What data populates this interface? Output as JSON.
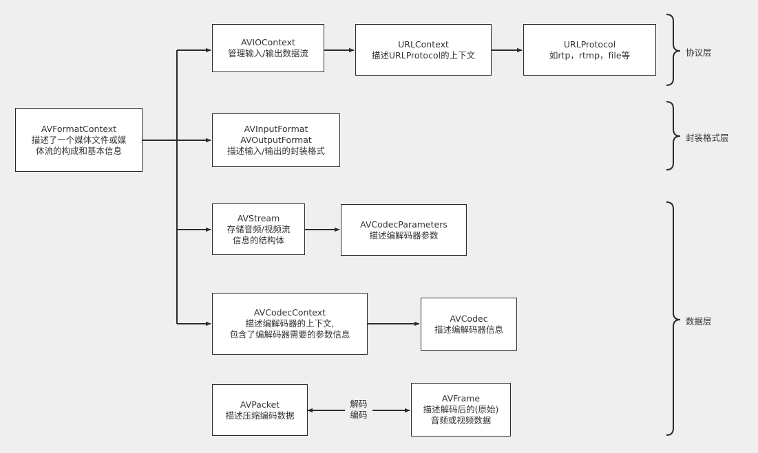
{
  "nodes": {
    "avformatcontext": {
      "title": "AVFormatContext",
      "lines": [
        "描述了一个媒体文件或媒",
        "体流的构成和基本信息"
      ]
    },
    "aviocontext": {
      "title": "AVIOContext",
      "lines": [
        "管理输入/输出数据流"
      ]
    },
    "urlcontext": {
      "title": "URLContext",
      "lines": [
        "描述URLProtocol的上下文"
      ]
    },
    "urlprotocol": {
      "title": "URLProtocol",
      "lines": [
        "如rtp，rtmp，file等"
      ]
    },
    "avinputformat": {
      "title": "AVInputFormat",
      "lines": [
        "AVOutputFormat",
        "描述输入/输出的封装格式"
      ]
    },
    "avstream": {
      "title": "AVStream",
      "lines": [
        "存储音频/视频流",
        "信息的结构体"
      ]
    },
    "avcodecparameters": {
      "title": "AVCodecParameters",
      "lines": [
        "描述编解码器参数"
      ]
    },
    "avcodeccontext": {
      "title": "AVCodecContext",
      "lines": [
        "描述编解码器的上下文,",
        "包含了编解码器需要的参数信息"
      ]
    },
    "avcodec": {
      "title": "AVCodec",
      "lines": [
        "描述编解码器信息"
      ]
    },
    "avpacket": {
      "title": "AVPacket",
      "lines": [
        "描述压缩编码数据"
      ]
    },
    "avframe": {
      "title": "AVFrame",
      "lines": [
        "描述解码后的(原始)",
        "音频或视频数据"
      ]
    }
  },
  "edge_labels": {
    "decode": "解码",
    "encode": "编码"
  },
  "layers": {
    "protocol": "协议层",
    "container": "封装格式层",
    "data": "数据层"
  },
  "colors": {
    "background": "#efefef",
    "stroke": "#2b2b2b",
    "box_fill": "#ffffff",
    "text": "#333333"
  }
}
